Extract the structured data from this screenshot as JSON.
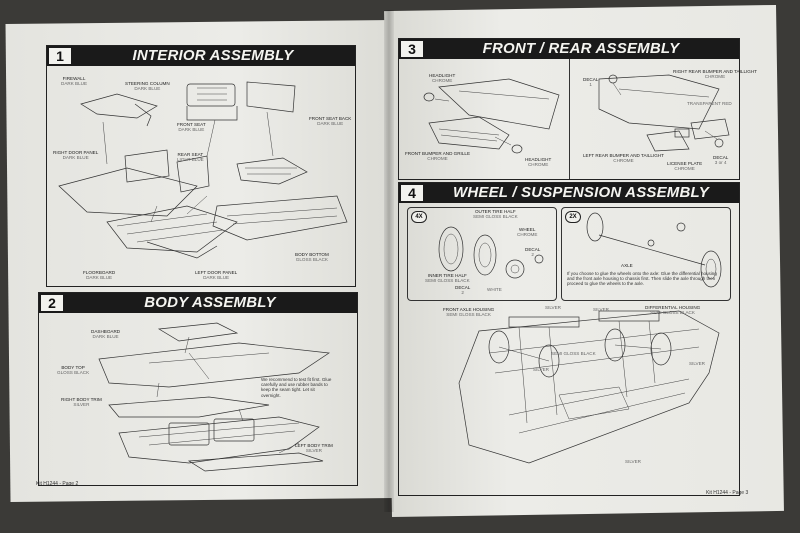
{
  "sections": [
    {
      "number": "1",
      "title": "INTERIOR ASSEMBLY"
    },
    {
      "number": "2",
      "title": "BODY ASSEMBLY"
    },
    {
      "number": "3",
      "title": "FRONT / REAR ASSEMBLY"
    },
    {
      "number": "4",
      "title": "WHEEL / SUSPENSION ASSEMBLY"
    }
  ],
  "interior": {
    "firewall": {
      "name": "FIREWALL",
      "color": "DARK BLUE"
    },
    "steering": {
      "name": "STEERING COLUMN",
      "color": "DARK BLUE"
    },
    "front_seat": {
      "name": "FRONT SEAT",
      "color": "DARK BLUE"
    },
    "front_seat_back": {
      "name": "FRONT SEAT BACK",
      "color": "DARK BLUE"
    },
    "right_door": {
      "name": "RIGHT DOOR PANEL",
      "color": "DARK BLUE"
    },
    "rear_seat": {
      "name": "REAR SEAT",
      "color": "LIGHT BLUE"
    },
    "floorboard": {
      "name": "FLOORBOARD",
      "color": "DARK BLUE"
    },
    "left_door": {
      "name": "LEFT DOOR PANEL",
      "color": "DARK BLUE"
    },
    "body_bottom": {
      "name": "BODY BOTTOM",
      "color": "GLOSS BLACK"
    }
  },
  "body": {
    "dashboard": {
      "name": "DASHBOARD",
      "color": "DARK BLUE"
    },
    "body_top": {
      "name": "BODY TOP",
      "color": "GLOSS BLACK"
    },
    "right_trim": {
      "name": "RIGHT BODY TRIM",
      "color": "SILVER"
    },
    "left_trim": {
      "name": "LEFT BODY TRIM",
      "color": "SILVER"
    },
    "note": "We recommend to test fit first. Glue carefully and use rubber bands to keep the seam tight. Let sit overnight."
  },
  "front_rear": {
    "headlight_l": {
      "name": "HEADLIGHT",
      "color": "CHROME"
    },
    "front_bumper": {
      "name": "FRONT BUMPER AND GRILLE",
      "color": "CHROME"
    },
    "headlight_r": {
      "name": "HEADLIGHT",
      "color": "CHROME"
    },
    "decal_1": {
      "name": "DECAL",
      "qty": "1"
    },
    "right_rear": {
      "name": "RIGHT REAR BUMPER AND TAILLIGHT",
      "color": "CHROME"
    },
    "transparent": {
      "name": "TRANSPARENT RED"
    },
    "left_rear": {
      "name": "LEFT REAR BUMPER AND TAILLIGHT",
      "color": "CHROME"
    },
    "license": {
      "name": "LICENSE PLATE",
      "color": "CHROME"
    },
    "decal_3": {
      "name": "DECAL",
      "qty": "3 or 4"
    }
  },
  "wheel": {
    "badge_4x": "4X",
    "badge_2x": "2X",
    "outer_tire": {
      "name": "OUTER TIRE HALF",
      "color": "SEMI GLOSS BLACK"
    },
    "wheel": {
      "name": "WHEEL",
      "color": "CHROME"
    },
    "inner_tire": {
      "name": "INNER TIRE HALF",
      "color": "SEMI GLOSS BLACK"
    },
    "decal_2a": {
      "name": "DECAL",
      "qty": "2"
    },
    "decal_2b": {
      "name": "DECAL",
      "qty": "2"
    },
    "white": "WHITE",
    "axle": {
      "name": "AXLE"
    },
    "axle_note": "If you choose to glue the wheels onto the axle: Glue the differential housing and the front axle housing to chassis first. Then slide the axle through then proceed to glue the wheels to the axle.",
    "front_axle": {
      "name": "FRONT AXLE HOUSING",
      "color": "SEMI GLOSS BLACK"
    },
    "diff": {
      "name": "DIFFERENTIAL HOUSING",
      "color": "SEMI GLOSS BLACK"
    },
    "silver_1": "SILVER",
    "silver_2": "SILVER",
    "silver_3": "SILVER",
    "silver_4": "SILVER",
    "silver_5": "SILVER",
    "black": "SEMI GLOSS BLACK"
  },
  "footer": {
    "left": "Kit H1244 - Page 2",
    "right": "Kit H1244 - Page 3"
  }
}
